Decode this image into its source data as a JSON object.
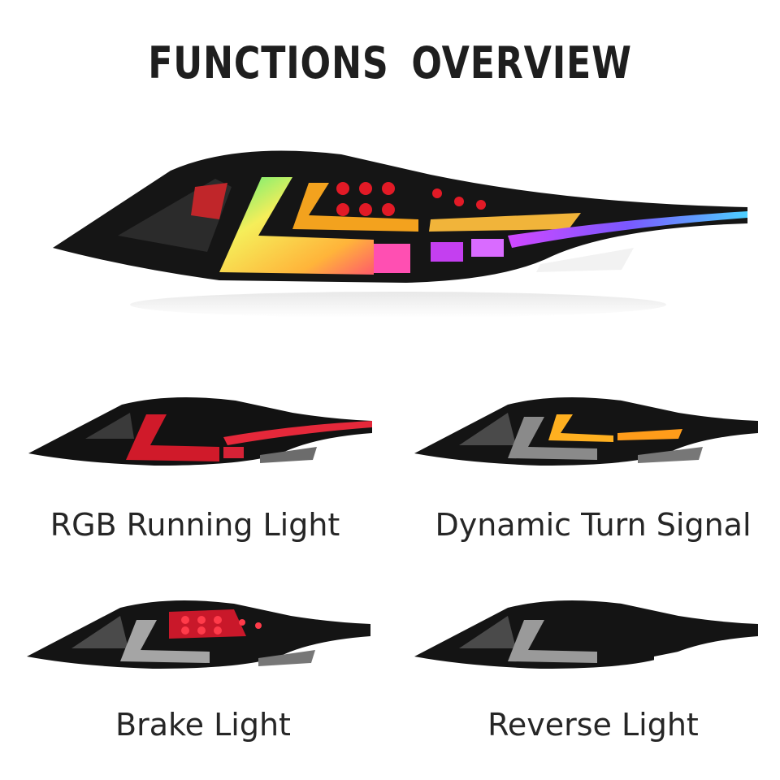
{
  "title": "FUNCTIONS  OVERVIEW",
  "functions": [
    {
      "label": "RGB Running Light",
      "icon": "red-running-taillight-image"
    },
    {
      "label": "Dynamic Turn Signal",
      "icon": "amber-turn-signal-taillight-image"
    },
    {
      "label": "Brake Light",
      "icon": "brake-taillight-image"
    },
    {
      "label": "Reverse Light",
      "icon": "reverse-taillight-image"
    }
  ],
  "hero": {
    "icon": "rgb-taillight-hero-image"
  }
}
